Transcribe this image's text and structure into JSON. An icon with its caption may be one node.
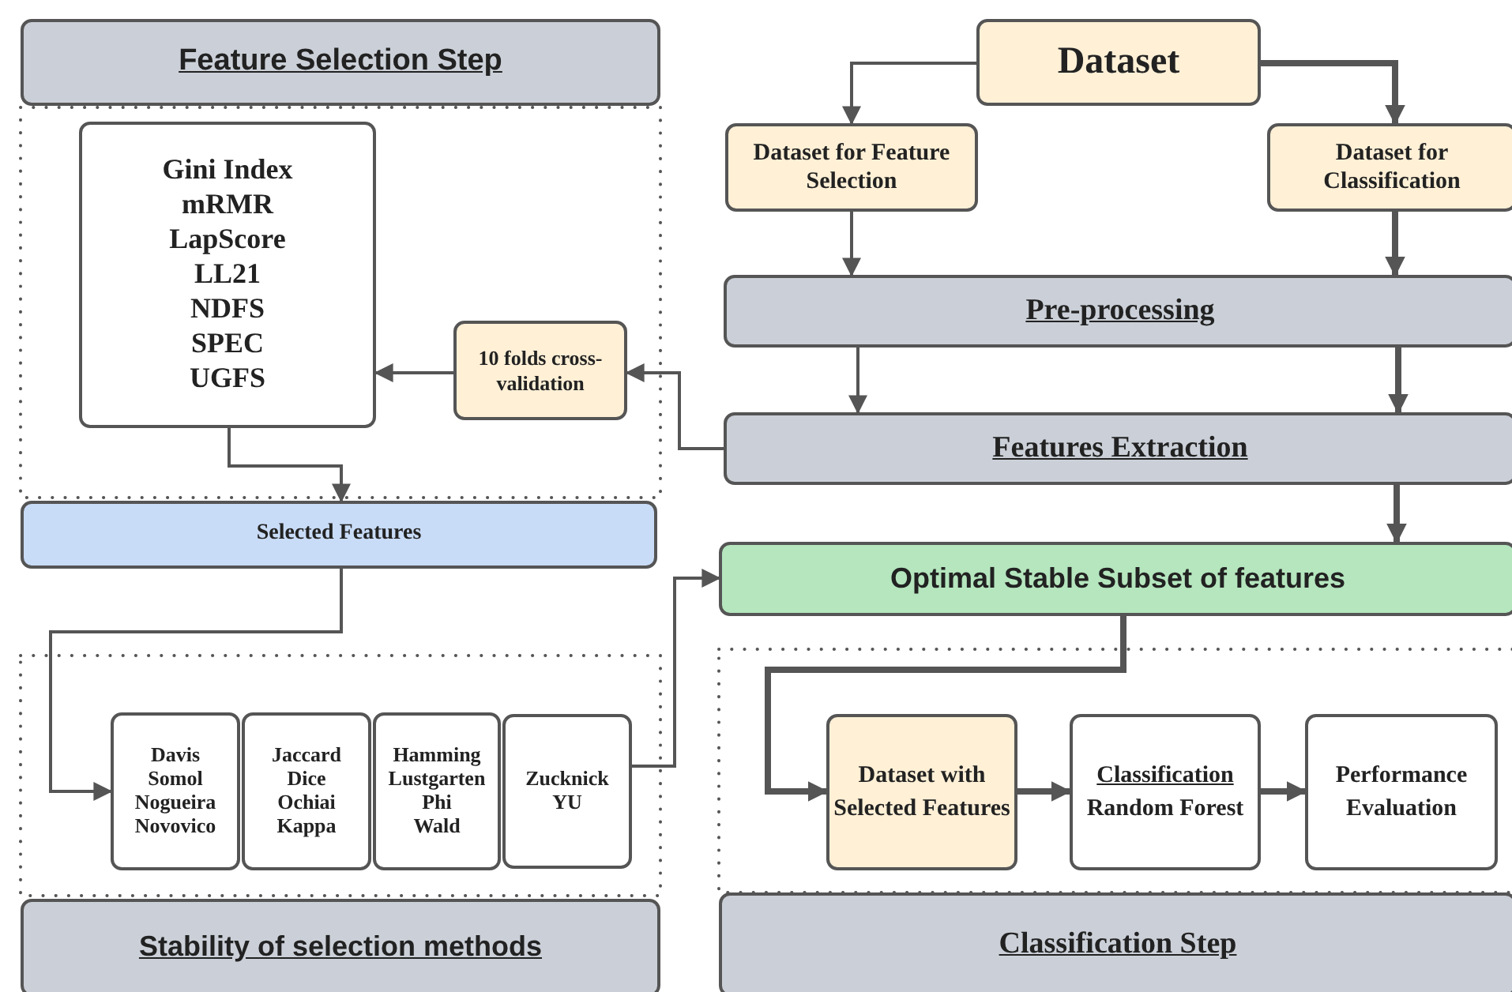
{
  "diagram": {
    "nodes": [
      {
        "text": [
          "Feature Selection Step"
        ]
      },
      {
        "text": [
          "Dataset"
        ]
      },
      {
        "text": [
          "Dataset for Feature Selection"
        ]
      },
      {
        "text": [
          "Dataset for Classification"
        ]
      },
      {
        "text": [
          "Gini Index",
          "mRMR",
          "LapScore",
          "LL21",
          "NDFS",
          "SPEC",
          "UGFS"
        ]
      },
      {
        "text": [
          "10 folds cross-validation"
        ]
      },
      {
        "text": [
          "Pre-processing"
        ]
      },
      {
        "text": [
          "Features Extraction"
        ]
      },
      {
        "text": [
          "Selected Features"
        ]
      },
      {
        "text": [
          "Optimal Stable Subset of features"
        ]
      },
      {
        "text": [
          "Davis",
          "Somol",
          "Nogueira",
          "Novovico"
        ]
      },
      {
        "text": [
          "Jaccard",
          "Dice",
          "Ochiai",
          "Kappa"
        ]
      },
      {
        "text": [
          "Hamming",
          "Lustgarten",
          "Phi",
          "Wald"
        ]
      },
      {
        "text": [
          "Zucknick",
          "YU"
        ]
      },
      {
        "text": [
          "Dataset with Selected Features"
        ]
      },
      {
        "text": [
          "Classification",
          "Random Forest"
        ]
      },
      {
        "text": [
          "Performance Evaluation"
        ]
      },
      {
        "text": [
          "Stability of selection methods"
        ]
      },
      {
        "text": [
          "Classification Step"
        ]
      }
    ],
    "edges": [
      {
        "from": 1,
        "to": 2,
        "arrow": "to"
      },
      {
        "from": 1,
        "to": 3,
        "arrow": "to",
        "style": "thick"
      },
      {
        "from": 2,
        "to": 6,
        "arrow": "to"
      },
      {
        "from": 3,
        "to": 6,
        "arrow": "to",
        "style": "thick"
      },
      {
        "from": 6,
        "to": 7,
        "arrow": "to"
      },
      {
        "from": 6,
        "to": 7,
        "arrow": "to",
        "style": "thick"
      },
      {
        "from": 7,
        "to": 5,
        "arrow": "to"
      },
      {
        "from": 5,
        "to": 4,
        "arrow": "to"
      },
      {
        "from": 4,
        "to": 8,
        "arrow": "to"
      },
      {
        "from": 7,
        "to": 9,
        "arrow": "to",
        "style": "thick"
      },
      {
        "from": 8,
        "to": 10,
        "arrow": "to"
      },
      {
        "from": 13,
        "to": 9,
        "arrow": "to"
      },
      {
        "from": 9,
        "to": 14,
        "arrow": "to",
        "style": "thick"
      },
      {
        "from": 14,
        "to": 15,
        "arrow": "to",
        "style": "thick"
      },
      {
        "from": 15,
        "to": 16,
        "arrow": "to",
        "style": "thick"
      }
    ]
  }
}
